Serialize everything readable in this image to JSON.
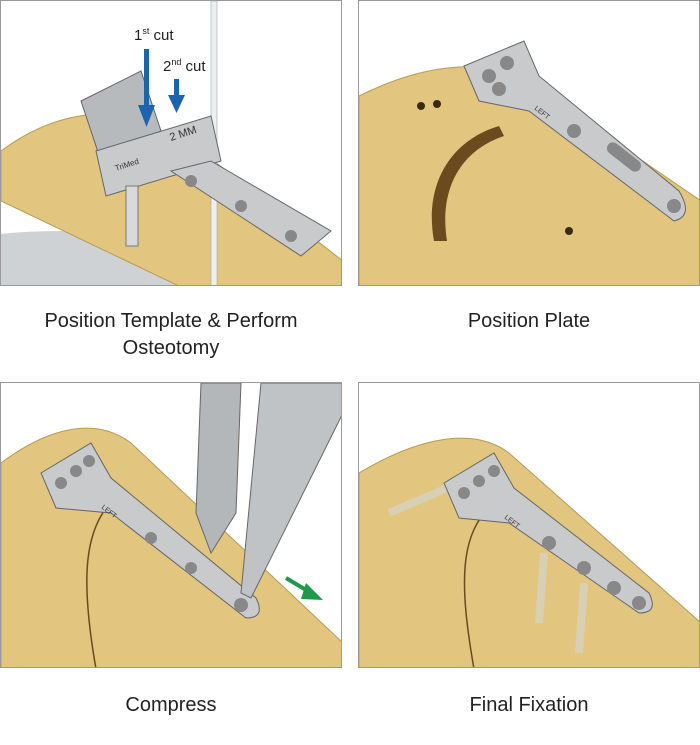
{
  "steps": [
    {
      "caption_line1": "Position Template & Perform",
      "caption_line2": "Osteotomy",
      "annotations": {
        "first": "1",
        "first_sup": "st",
        "first_word": " cut",
        "second": "2",
        "second_sup": "nd",
        "second_word": " cut"
      },
      "template_marking": "2 MM",
      "brand": "TriMed"
    },
    {
      "caption": "Position Plate",
      "plate_marking": "LEFT"
    },
    {
      "caption": "Compress",
      "plate_marking": "LEFT"
    },
    {
      "caption": "Final Fixation",
      "plate_marking": "LEFT"
    }
  ],
  "colors": {
    "bone": "#e2c57e",
    "bone_dark": "#c9a75c",
    "metal": "#c8cacc",
    "arrow_blue": "#1e64ad",
    "arrow_green": "#1d9a4a",
    "border": "#9a9a9a"
  }
}
